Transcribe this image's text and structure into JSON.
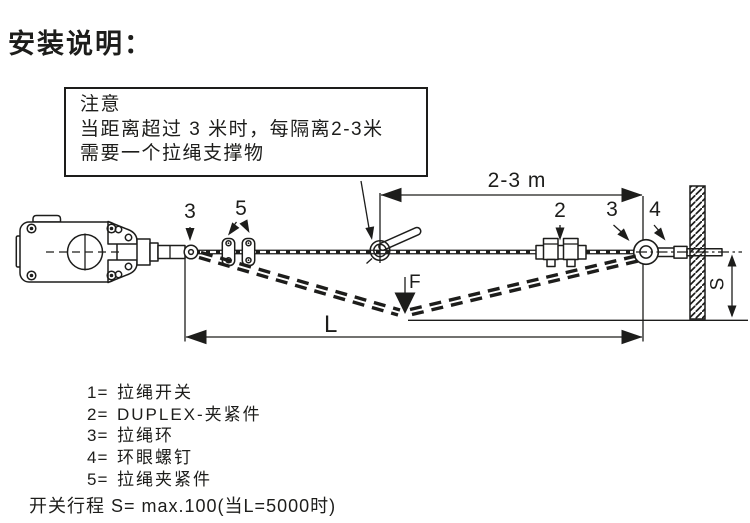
{
  "title": "安装说明：",
  "colors": {
    "ink": "#1d1d1b",
    "background": "#ffffff"
  },
  "note": {
    "heading": "注意",
    "line1": "当距离超过 3 米时，每隔离2-3米",
    "line2": "需要一个拉绳支撑物"
  },
  "diagram": {
    "callout_ring_left": "3",
    "callout_rope_clamp": "5",
    "callout_duplex": "2",
    "callout_ring_right": "3",
    "callout_eye_screw": "4",
    "dim_span": "2-3 m",
    "dim_length": "L",
    "dim_travel": "S",
    "dim_force": "F"
  },
  "legend": {
    "items": [
      {
        "num": "1=",
        "label": "拉绳开关"
      },
      {
        "num": "2=",
        "label": "DUPLEX-夹紧件"
      },
      {
        "num": "3=",
        "label": "拉绳环"
      },
      {
        "num": "4=",
        "label": "环眼螺钉"
      },
      {
        "num": "5=",
        "label": "拉绳夹紧件"
      }
    ]
  },
  "footer": {
    "text": "开关行程 S= max.100(当L=5000时)"
  }
}
